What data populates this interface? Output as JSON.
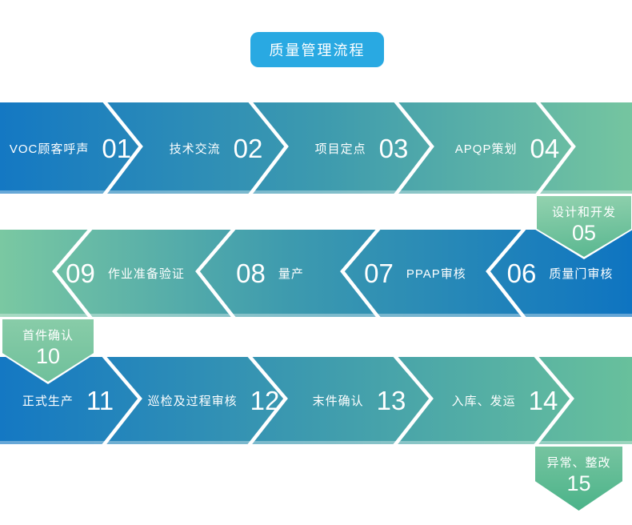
{
  "title": "质量管理流程",
  "colors": {
    "badge_blue": "#29A9E2",
    "process_blue": "#1478C3",
    "process_teal": "#3E9BAE",
    "process_green": "#75C5A0",
    "deep_blue": "#0E74C1",
    "connector_green_light": "#93D2AF",
    "connector_green_dark": "#4BB389",
    "text": "#FFFFFF"
  },
  "rows": [
    {
      "direction": "right",
      "steps": [
        {
          "label": "VOC顾客呼声",
          "number": "01"
        },
        {
          "label": "技术交流",
          "number": "02"
        },
        {
          "label": "项目定点",
          "number": "03"
        },
        {
          "label": "APQP策划",
          "number": "04"
        }
      ]
    },
    {
      "direction": "left",
      "steps": [
        {
          "number": "06",
          "label": "质量门审核"
        },
        {
          "number": "07",
          "label": "PPAP审核"
        },
        {
          "number": "08",
          "label": "量产"
        },
        {
          "number": "09",
          "label": "作业准备验证"
        }
      ]
    },
    {
      "direction": "right",
      "steps": [
        {
          "label": "正式生产",
          "number": "11"
        },
        {
          "label": "巡检及过程审核",
          "number": "12"
        },
        {
          "label": "末件确认",
          "number": "13"
        },
        {
          "label": "入库、发运",
          "number": "14"
        }
      ]
    }
  ],
  "connectors": [
    {
      "label": "设计和开发",
      "number": "05",
      "position": "right"
    },
    {
      "label": "首件确认",
      "number": "10",
      "position": "left"
    },
    {
      "label": "异常、整改",
      "number": "15",
      "position": "right"
    }
  ]
}
